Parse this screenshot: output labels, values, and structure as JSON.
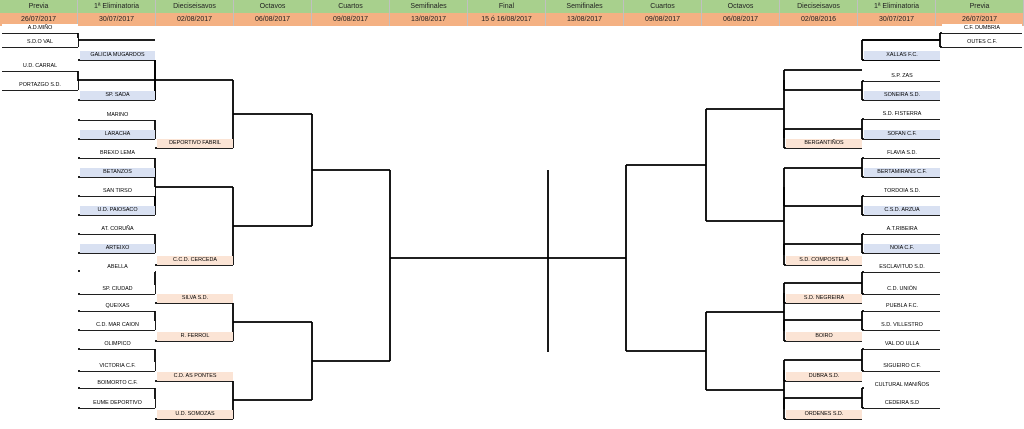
{
  "header": {
    "columns": [
      {
        "round": "Previa",
        "date": "26/07/2017"
      },
      {
        "round": "1ª Eliminatoria",
        "date": "30/07/2017"
      },
      {
        "round": "Dieciseisavos",
        "date": "02/08/2017"
      },
      {
        "round": "Octavos",
        "date": "06/08/2017"
      },
      {
        "round": "Cuartos",
        "date": "09/08/2017"
      },
      {
        "round": "Semifinales",
        "date": "13/08/2017"
      },
      {
        "round": "Final",
        "date": "15 ó 16/08/2017"
      },
      {
        "round": "Semifinales",
        "date": "13/08/2017"
      },
      {
        "round": "Cuartos",
        "date": "09/08/2017"
      },
      {
        "round": "Octavos",
        "date": "06/08/2017"
      },
      {
        "round": "Dieciseisavos",
        "date": "02/08/2016"
      },
      {
        "round": "1ª Eliminatoria",
        "date": "30/07/2017"
      },
      {
        "round": "Previa",
        "date": "26/07/2017"
      }
    ]
  },
  "left": {
    "previa": [
      "A.D.MIÑO",
      "S.D.O VAL",
      "U.D. CARRAL",
      "PORTAZGO S.D."
    ],
    "primera": [
      "GALICIA MUGARDOS",
      "SP. SADA",
      "MARINO",
      "LARACHA",
      "BREXO LEMA",
      "BETANZOS",
      "SAN TIRSO",
      "U.D. PAIOSACO",
      "AT. CORUÑA",
      "ARTEIXO",
      "ABELLA",
      "SP. CIUDAD",
      "QUEIXAS",
      "C.D. MAR CAION",
      "OLIMPICO",
      "VICTORIA C.F.",
      "BOIMORTO C.F.",
      "EUME DEPORTIVO"
    ],
    "dieciseisavos": [
      "DEPORTIVO FABRIL",
      "C.C.D. CERCEDA",
      "SILVA S.D.",
      "R. FERROL",
      "C.D. AS PONTES",
      "U.D. SOMOZAS"
    ]
  },
  "right": {
    "previa": [
      "C.F. DUMBRIA",
      "OUTES C.F."
    ],
    "primera": [
      "XALLAS F.C.",
      "S.P. ZAS",
      "SONEIRA S.D.",
      "S.D. FISTERRA",
      "SOFAN C.F.",
      "FLAVIA S.D.",
      "BERTAMIRANS C.F.",
      "TORDOIA S.D.",
      "C.S.D. ARZUA",
      "A.T.RIBEIRA",
      "NOIA C.F.",
      "ESCLAVITUD S.D.",
      "C.D. UNIÓN",
      "PUEBLA F.C.",
      "S.D. VILLESTRO",
      "VAL DO ULLA",
      "SIGUEIRO C.F.",
      "CULTURAL MANIÑOS",
      "CEDEIRA S.D"
    ],
    "dieciseisavos": [
      "BERGANTIÑOS",
      "S.D. COMPOSTELA",
      "S.D. NEGREIRA",
      "BOIRO",
      "DUBRA S.D.",
      "ORDENES S.D."
    ]
  },
  "colors": {
    "header_top": "#a8d08d",
    "header_bottom": "#f4b183",
    "seeded_blue": "#d9e1f2",
    "seeded_peach": "#fbe4d5",
    "line": "#000000"
  }
}
